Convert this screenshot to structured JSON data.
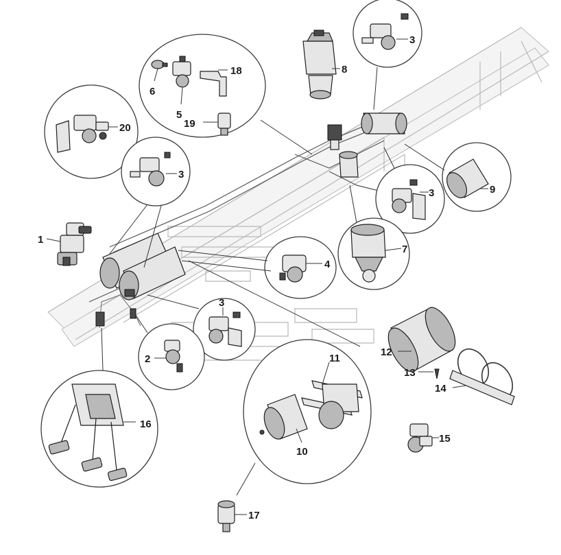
{
  "labels": [
    {
      "id": "1",
      "text": "1"
    },
    {
      "id": "2",
      "text": "2"
    },
    {
      "id": "3a",
      "text": "3"
    },
    {
      "id": "3b",
      "text": "3"
    },
    {
      "id": "3c",
      "text": "3"
    },
    {
      "id": "3d",
      "text": "3"
    },
    {
      "id": "4",
      "text": "4"
    },
    {
      "id": "5",
      "text": "5"
    },
    {
      "id": "6",
      "text": "6"
    },
    {
      "id": "7",
      "text": "7"
    },
    {
      "id": "8",
      "text": "8"
    },
    {
      "id": "9",
      "text": "9"
    },
    {
      "id": "10",
      "text": "10"
    },
    {
      "id": "11",
      "text": "11"
    },
    {
      "id": "12",
      "text": "12"
    },
    {
      "id": "13",
      "text": "13"
    },
    {
      "id": "14",
      "text": "14"
    },
    {
      "id": "15",
      "text": "15"
    },
    {
      "id": "16",
      "text": "16"
    },
    {
      "id": "17",
      "text": "17"
    },
    {
      "id": "18",
      "text": "18"
    },
    {
      "id": "19",
      "text": "19"
    },
    {
      "id": "20",
      "text": "20"
    }
  ],
  "colors": {
    "ink": "#1a1a1a",
    "frame": "#b8b8b8",
    "part_fill": "#e6e6e6",
    "part_dark": "#b9b9b9"
  }
}
